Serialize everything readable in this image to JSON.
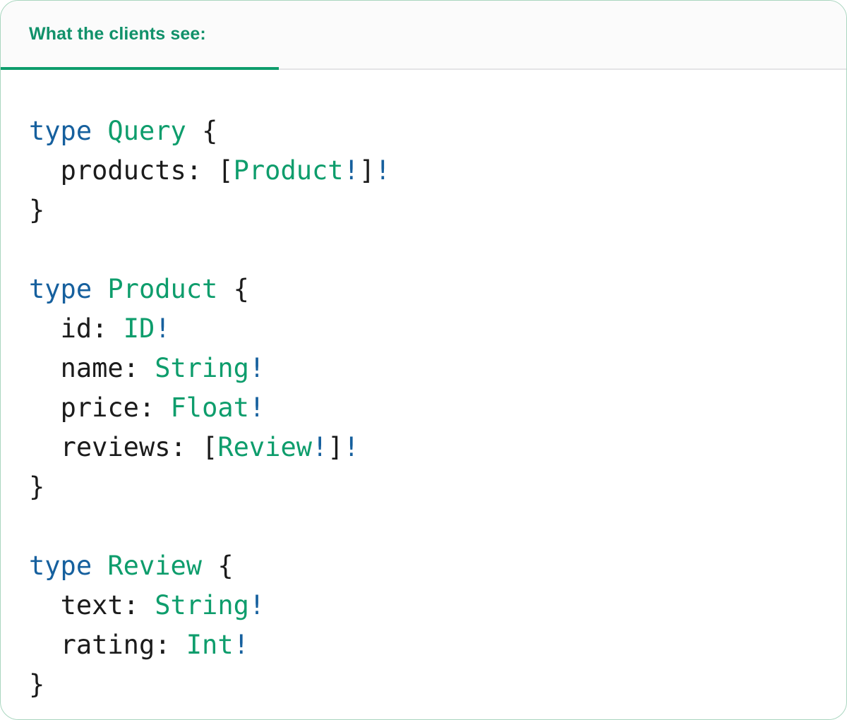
{
  "card": {
    "border_color": "#a9d6bf",
    "background": "#ffffff"
  },
  "header": {
    "title": "What the clients see:",
    "background": "#fbfbfb",
    "title_color": "#11916a",
    "underline_color": "#0e9d6c",
    "rule_color": "#e4e4e6"
  },
  "theme": {
    "keyword_color": "#16609e",
    "type_color": "#0e9d6c",
    "bang_color": "#16609e",
    "punctuation_color": "#1b1b1b",
    "field_color": "#1b1b1b"
  },
  "code": {
    "language": "graphql",
    "plain_text": "type Query {\n  products: [Product!]!\n}\n\ntype Product {\n  id: ID!\n  name: String!\n  price: Float!\n  reviews: [Review!]!\n}\n\ntype Review {\n  text: String!\n  rating: Int!\n}",
    "lines": [
      {
        "id": "l1",
        "tokens": [
          {
            "t": "type",
            "k": "kw"
          },
          {
            "t": " ",
            "k": "punc"
          },
          {
            "t": "Query",
            "k": "type"
          },
          {
            "t": " ",
            "k": "punc"
          },
          {
            "t": "{",
            "k": "punc"
          }
        ]
      },
      {
        "id": "l2",
        "tokens": [
          {
            "t": "  ",
            "k": "punc"
          },
          {
            "t": "products",
            "k": "name"
          },
          {
            "t": ": ",
            "k": "punc"
          },
          {
            "t": "[",
            "k": "punc"
          },
          {
            "t": "Product",
            "k": "type"
          },
          {
            "t": "!",
            "k": "bang"
          },
          {
            "t": "]",
            "k": "punc"
          },
          {
            "t": "!",
            "k": "bang"
          }
        ]
      },
      {
        "id": "l3",
        "tokens": [
          {
            "t": "}",
            "k": "punc"
          }
        ]
      },
      {
        "id": "l4",
        "tokens": []
      },
      {
        "id": "l5",
        "tokens": [
          {
            "t": "type",
            "k": "kw"
          },
          {
            "t": " ",
            "k": "punc"
          },
          {
            "t": "Product",
            "k": "type"
          },
          {
            "t": " ",
            "k": "punc"
          },
          {
            "t": "{",
            "k": "punc"
          }
        ]
      },
      {
        "id": "l6",
        "tokens": [
          {
            "t": "  ",
            "k": "punc"
          },
          {
            "t": "id",
            "k": "name"
          },
          {
            "t": ": ",
            "k": "punc"
          },
          {
            "t": "ID",
            "k": "type"
          },
          {
            "t": "!",
            "k": "bang"
          }
        ]
      },
      {
        "id": "l7",
        "tokens": [
          {
            "t": "  ",
            "k": "punc"
          },
          {
            "t": "name",
            "k": "name"
          },
          {
            "t": ": ",
            "k": "punc"
          },
          {
            "t": "String",
            "k": "type"
          },
          {
            "t": "!",
            "k": "bang"
          }
        ]
      },
      {
        "id": "l8",
        "tokens": [
          {
            "t": "  ",
            "k": "punc"
          },
          {
            "t": "price",
            "k": "name"
          },
          {
            "t": ": ",
            "k": "punc"
          },
          {
            "t": "Float",
            "k": "type"
          },
          {
            "t": "!",
            "k": "bang"
          }
        ]
      },
      {
        "id": "l9",
        "tokens": [
          {
            "t": "  ",
            "k": "punc"
          },
          {
            "t": "reviews",
            "k": "name"
          },
          {
            "t": ": ",
            "k": "punc"
          },
          {
            "t": "[",
            "k": "punc"
          },
          {
            "t": "Review",
            "k": "type"
          },
          {
            "t": "!",
            "k": "bang"
          },
          {
            "t": "]",
            "k": "punc"
          },
          {
            "t": "!",
            "k": "bang"
          }
        ]
      },
      {
        "id": "l10",
        "tokens": [
          {
            "t": "}",
            "k": "punc"
          }
        ]
      },
      {
        "id": "l11",
        "tokens": []
      },
      {
        "id": "l12",
        "tokens": [
          {
            "t": "type",
            "k": "kw"
          },
          {
            "t": " ",
            "k": "punc"
          },
          {
            "t": "Review",
            "k": "type"
          },
          {
            "t": " ",
            "k": "punc"
          },
          {
            "t": "{",
            "k": "punc"
          }
        ]
      },
      {
        "id": "l13",
        "tokens": [
          {
            "t": "  ",
            "k": "punc"
          },
          {
            "t": "text",
            "k": "name"
          },
          {
            "t": ": ",
            "k": "punc"
          },
          {
            "t": "String",
            "k": "type"
          },
          {
            "t": "!",
            "k": "bang"
          }
        ]
      },
      {
        "id": "l14",
        "tokens": [
          {
            "t": "  ",
            "k": "punc"
          },
          {
            "t": "rating",
            "k": "name"
          },
          {
            "t": ": ",
            "k": "punc"
          },
          {
            "t": "Int",
            "k": "type"
          },
          {
            "t": "!",
            "k": "bang"
          }
        ]
      },
      {
        "id": "l15",
        "tokens": [
          {
            "t": "}",
            "k": "punc"
          }
        ]
      }
    ]
  }
}
